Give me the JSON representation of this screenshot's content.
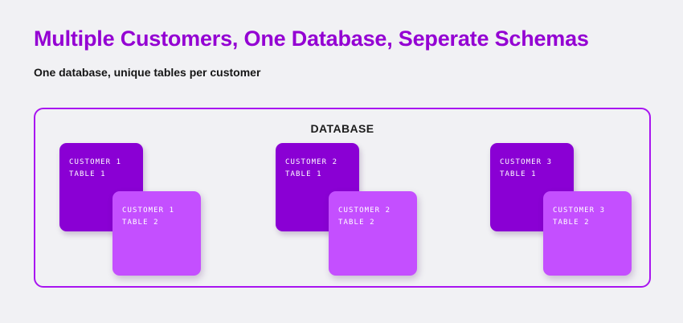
{
  "header": {
    "title": "Multiple Customers, One Database, Seperate Schemas",
    "subtitle": "One database, unique tables per customer"
  },
  "diagram": {
    "container_label": "DATABASE",
    "groups": [
      {
        "back_card": {
          "line1": "CUSTOMER 1",
          "line2": "TABLE 1"
        },
        "front_card": {
          "line1": "CUSTOMER 1",
          "line2": "TABLE 2"
        }
      },
      {
        "back_card": {
          "line1": "CUSTOMER 2",
          "line2": "TABLE 1"
        },
        "front_card": {
          "line1": "CUSTOMER 2",
          "line2": "TABLE 2"
        }
      },
      {
        "back_card": {
          "line1": "CUSTOMER 3",
          "line2": "TABLE 1"
        },
        "front_card": {
          "line1": "CUSTOMER 3",
          "line2": "TABLE 2"
        }
      }
    ]
  },
  "colors": {
    "background": "#f1f1f4",
    "title_purple": "#9400d3",
    "frame_border": "#a814f0",
    "card_dark": "#8a00d4",
    "card_light": "#c44fff",
    "text_dark": "#161616",
    "card_text": "#ffffff"
  }
}
